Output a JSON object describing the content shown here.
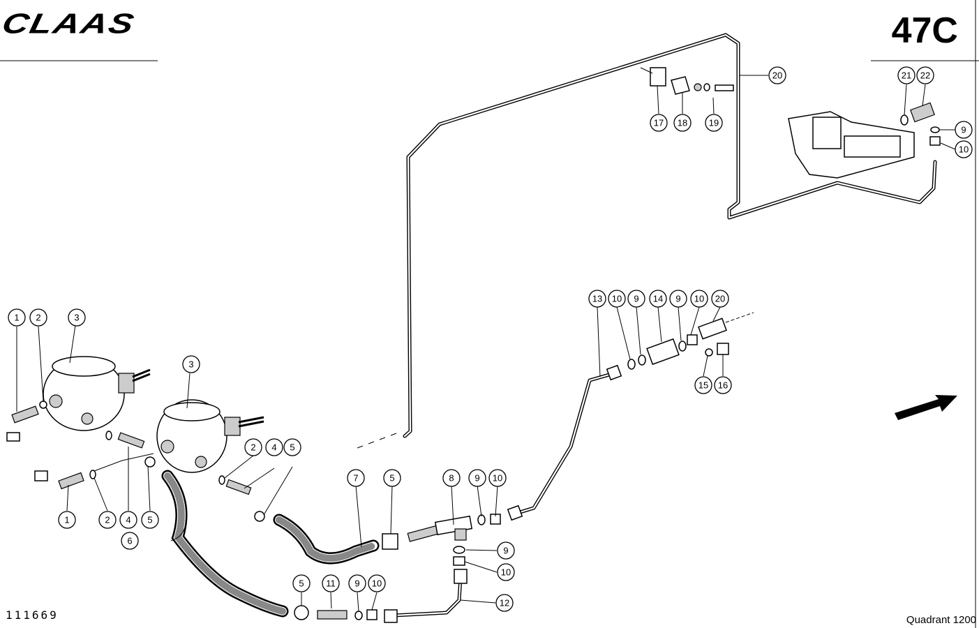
{
  "header": {
    "brand": "CLAAS",
    "page_number": "47C"
  },
  "footer": {
    "drawing_number": "111669",
    "model": "Quadrant 1200"
  },
  "callouts": [
    {
      "id": "c1a",
      "label": "1"
    },
    {
      "id": "c2a",
      "label": "2"
    },
    {
      "id": "c3a",
      "label": "3"
    },
    {
      "id": "c3b",
      "label": "3"
    },
    {
      "id": "c1b",
      "label": "1"
    },
    {
      "id": "c2b",
      "label": "2"
    },
    {
      "id": "c4a",
      "label": "4"
    },
    {
      "id": "c5a",
      "label": "5"
    },
    {
      "id": "c6",
      "label": "6"
    },
    {
      "id": "c2c",
      "label": "2"
    },
    {
      "id": "c4b",
      "label": "4"
    },
    {
      "id": "c5b",
      "label": "5"
    },
    {
      "id": "c7",
      "label": "7"
    },
    {
      "id": "c5c",
      "label": "5"
    },
    {
      "id": "c8",
      "label": "8"
    },
    {
      "id": "c9a",
      "label": "9"
    },
    {
      "id": "c10a",
      "label": "10"
    },
    {
      "id": "c9b",
      "label": "9"
    },
    {
      "id": "c10b",
      "label": "10"
    },
    {
      "id": "c12",
      "label": "12"
    },
    {
      "id": "c5d",
      "label": "5"
    },
    {
      "id": "c11",
      "label": "11"
    },
    {
      "id": "c9c",
      "label": "9"
    },
    {
      "id": "c10c",
      "label": "10"
    },
    {
      "id": "c13",
      "label": "13"
    },
    {
      "id": "c10d",
      "label": "10"
    },
    {
      "id": "c9d",
      "label": "9"
    },
    {
      "id": "c14",
      "label": "14"
    },
    {
      "id": "c9e",
      "label": "9"
    },
    {
      "id": "c10e",
      "label": "10"
    },
    {
      "id": "c20a",
      "label": "20"
    },
    {
      "id": "c15",
      "label": "15"
    },
    {
      "id": "c16",
      "label": "16"
    },
    {
      "id": "c20b",
      "label": "20"
    },
    {
      "id": "c17",
      "label": "17"
    },
    {
      "id": "c18",
      "label": "18"
    },
    {
      "id": "c19",
      "label": "19"
    },
    {
      "id": "c21",
      "label": "21"
    },
    {
      "id": "c22",
      "label": "22"
    },
    {
      "id": "c9f",
      "label": "9"
    },
    {
      "id": "c10f",
      "label": "10"
    }
  ]
}
